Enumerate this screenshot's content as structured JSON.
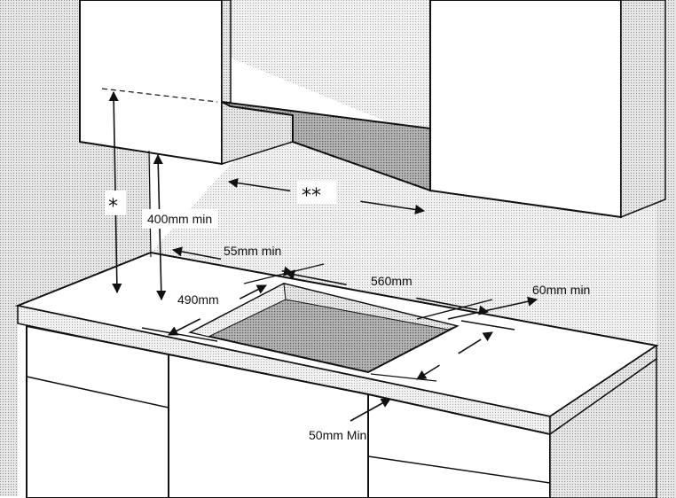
{
  "labels": {
    "clearance_hood": "400mm min",
    "back_min": "55mm min",
    "cutout_width": "560mm",
    "cutout_depth": "490mm",
    "side_min": "60mm min",
    "front_min": "50mm Min",
    "star_single": "*",
    "star_double": "**"
  },
  "colors": {
    "line": "#111111",
    "wall": "#c4c4c4",
    "cabinet_side": "#d2d2d2",
    "cutout": "#a0a0a0",
    "cutout_wall": "#cfcfcf",
    "worktop_edge": "#d8d8d8",
    "white": "#ffffff"
  }
}
